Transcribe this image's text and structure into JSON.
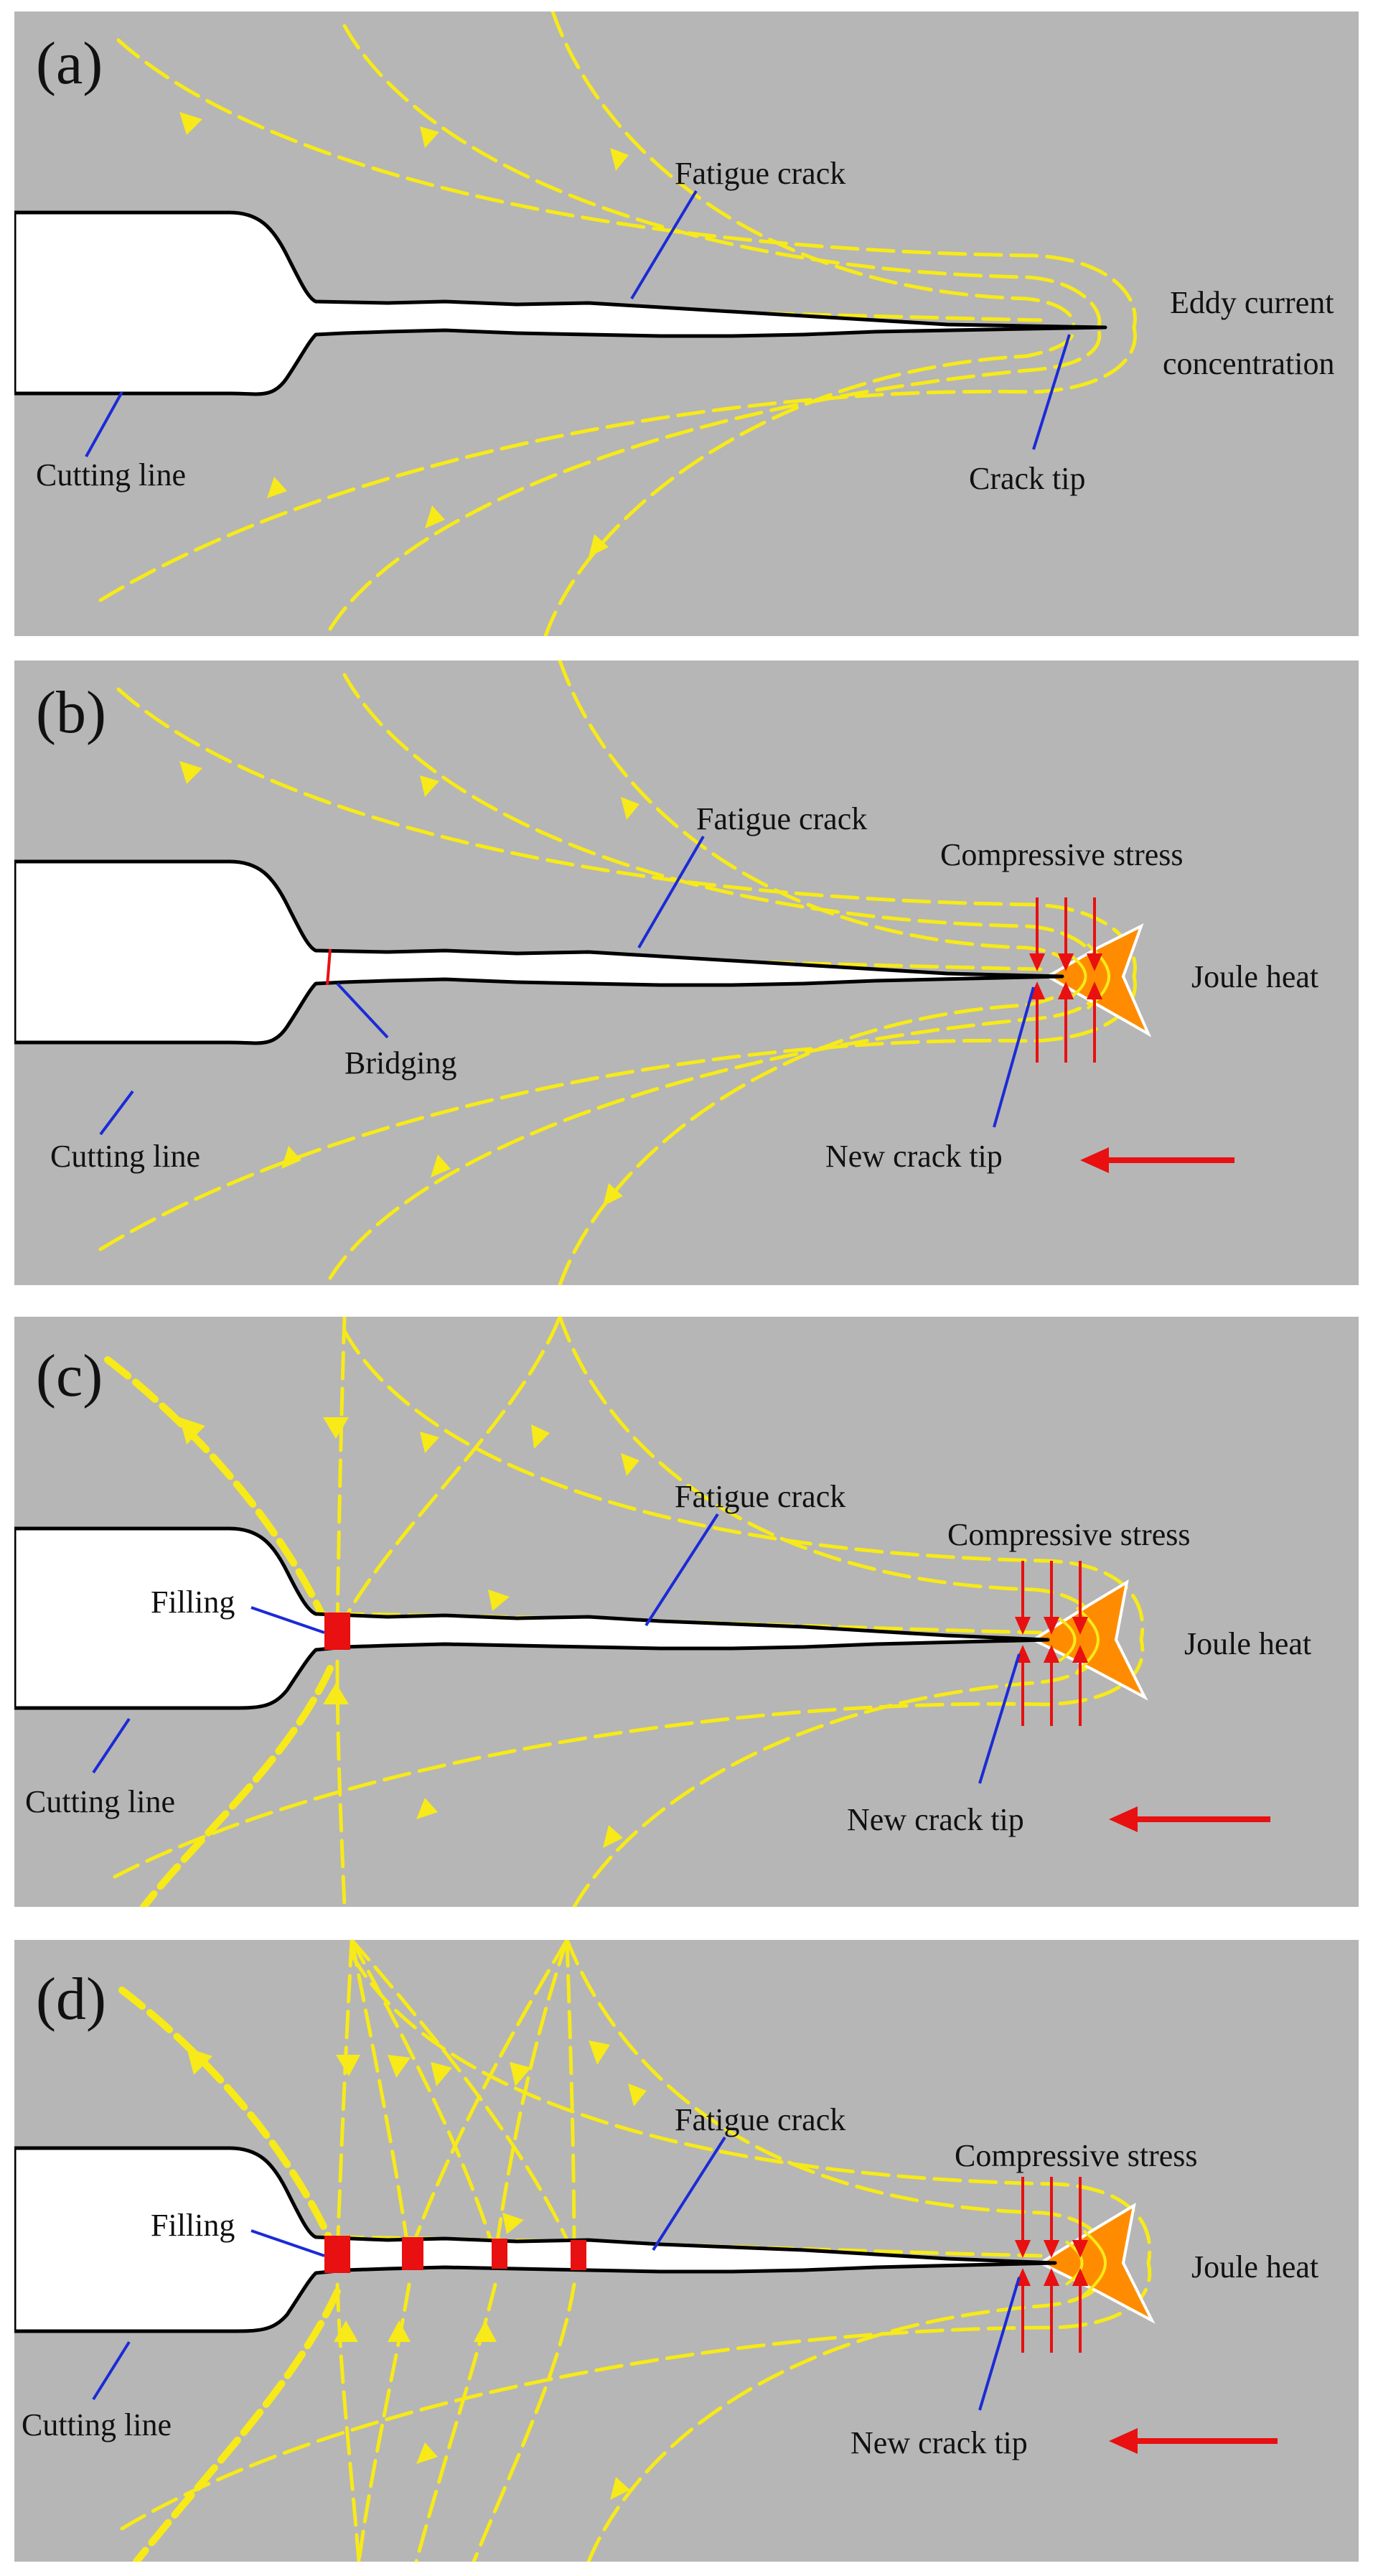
{
  "colors": {
    "background": "#b6b6b6",
    "current_flow": "#f7ea18",
    "leader_line": "#1b2bd6",
    "stress_arrow": "#e81010",
    "joule_heat": "#ff8c00",
    "filling": "#e81010"
  },
  "panels": [
    {
      "label": "(a)",
      "annotations": {
        "fatigue_crack": "Fatigue crack",
        "eddy_current_1": "Eddy current",
        "eddy_current_2": "concentration",
        "cutting_line": "Cutting line",
        "crack_tip": "Crack tip"
      }
    },
    {
      "label": "(b)",
      "annotations": {
        "fatigue_crack": "Fatigue crack",
        "compressive_stress": "Compressive stress",
        "joule_heat": "Joule heat",
        "bridging": "Bridging",
        "cutting_line": "Cutting line",
        "new_crack_tip": "New crack tip"
      }
    },
    {
      "label": "(c)",
      "annotations": {
        "fatigue_crack": "Fatigue crack",
        "compressive_stress": "Compressive stress",
        "filling": "Filling",
        "joule_heat": "Joule heat",
        "cutting_line": "Cutting line",
        "new_crack_tip": "New crack tip"
      }
    },
    {
      "label": "(d)",
      "annotations": {
        "fatigue_crack": "Fatigue crack",
        "compressive_stress": "Compressive stress",
        "filling": "Filling",
        "joule_heat": "Joule heat",
        "cutting_line": "Cutting line",
        "new_crack_tip": "New crack tip"
      }
    }
  ]
}
